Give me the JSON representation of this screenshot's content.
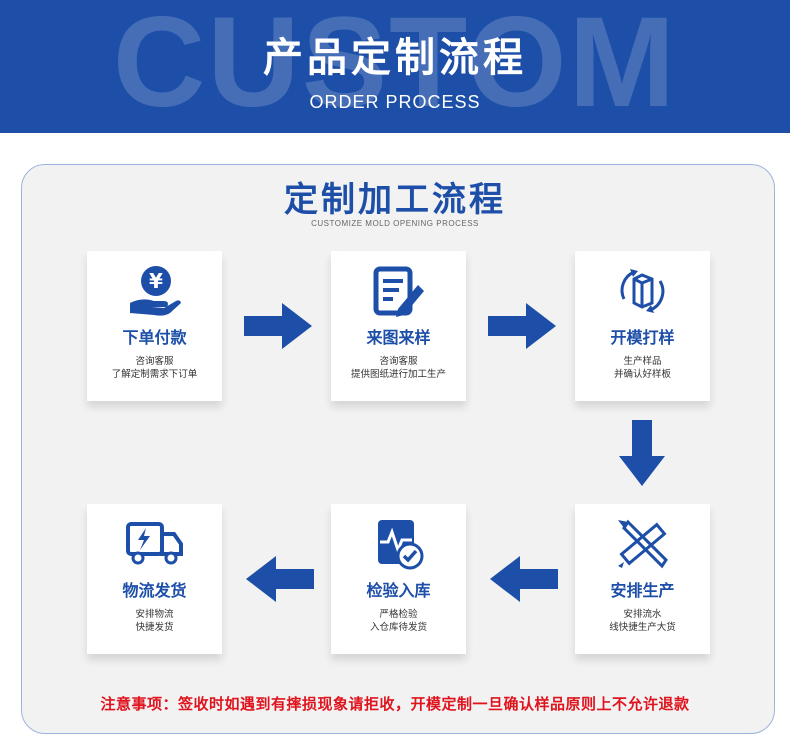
{
  "banner": {
    "bg_text": "CUSTOM",
    "title": "产品定制流程",
    "subtitle": "ORDER PROCESS"
  },
  "panel": {
    "title": "定制加工流程",
    "subtitle": "CUSTOMIZE MOLD OPENING PROCESS"
  },
  "steps": [
    {
      "title": "下单付款",
      "line1": "咨询客服",
      "line2": "了解定制需求下订单",
      "icon": "yen-hand-icon"
    },
    {
      "title": "来图来样",
      "line1": "咨询客服",
      "line2": "提供图纸进行加工生产",
      "icon": "document-edit-icon"
    },
    {
      "title": "开模打样",
      "line1": "生产样品",
      "line2": "并确认好样板",
      "icon": "rotate-box-icon"
    },
    {
      "title": "安排生产",
      "line1": "安排流水",
      "line2": "线快捷生产大货",
      "icon": "pencil-ruler-icon"
    },
    {
      "title": "检验入库",
      "line1": "严格检验",
      "line2": "入仓库待发货",
      "icon": "inspection-check-icon"
    },
    {
      "title": "物流发货",
      "line1": "安排物流",
      "line2": "快捷发货",
      "icon": "delivery-truck-icon"
    }
  ],
  "notice": "注意事项：签收时如遇到有摔损现象请拒收，开模定制一旦确认样品原则上不允许退款",
  "colors": {
    "brand_blue": "#1d4fa8",
    "notice_red": "#e0141e"
  }
}
